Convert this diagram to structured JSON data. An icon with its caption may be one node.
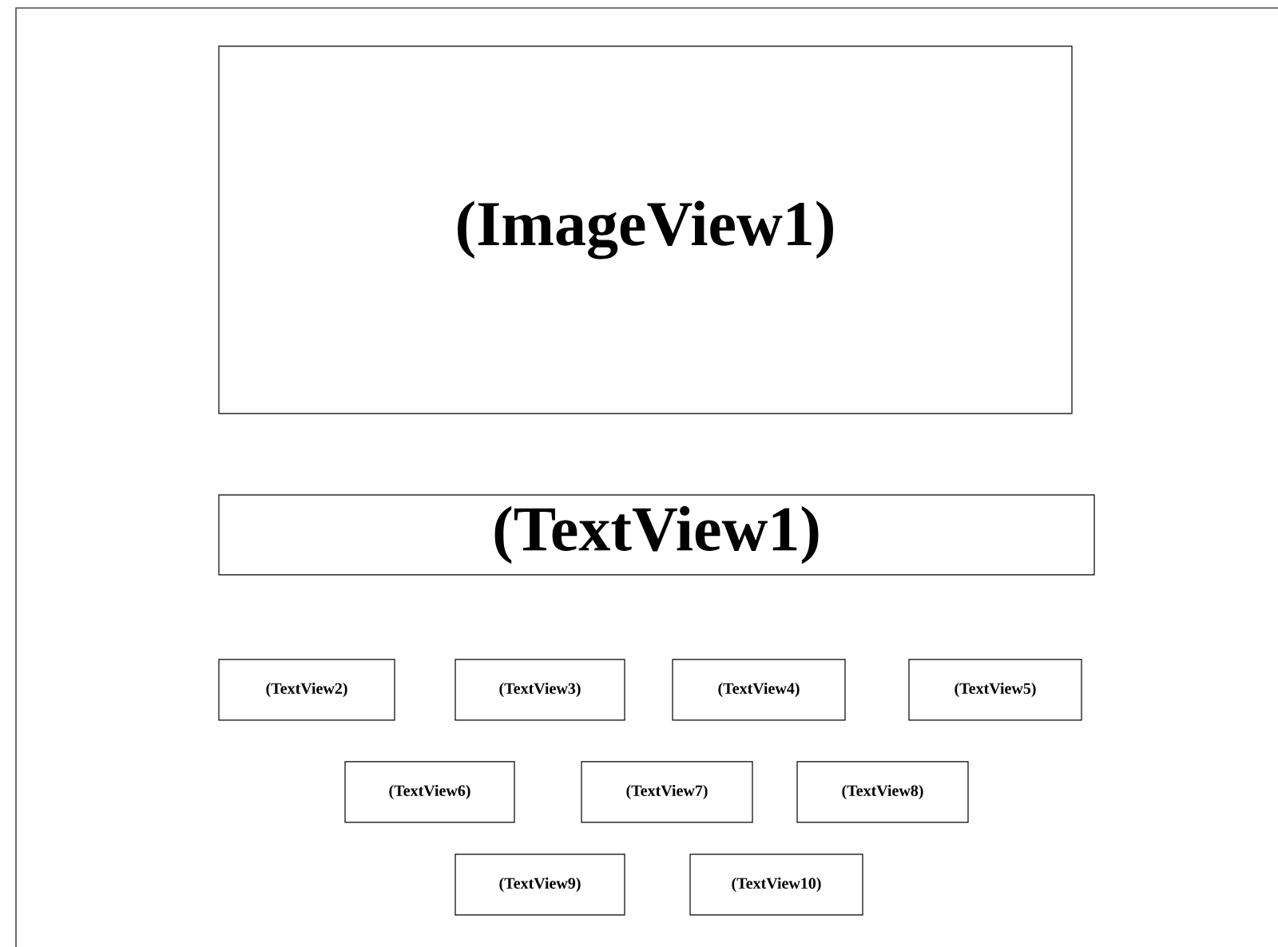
{
  "diagram": {
    "nodes": [
      {
        "text": [
          "(ImageView1)"
        ]
      },
      {
        "text": [
          "(TextView1)"
        ]
      },
      {
        "text": [
          "(TextView2)"
        ]
      },
      {
        "text": [
          "(TextView3)"
        ]
      },
      {
        "text": [
          "(TextView4)"
        ]
      },
      {
        "text": [
          "(TextView5)"
        ]
      },
      {
        "text": [
          "(TextView6)"
        ]
      },
      {
        "text": [
          "(TextView7)"
        ]
      },
      {
        "text": [
          "(TextView8)"
        ]
      },
      {
        "text": [
          "(TextView9)"
        ]
      },
      {
        "text": [
          "(TextView10)"
        ]
      }
    ]
  }
}
